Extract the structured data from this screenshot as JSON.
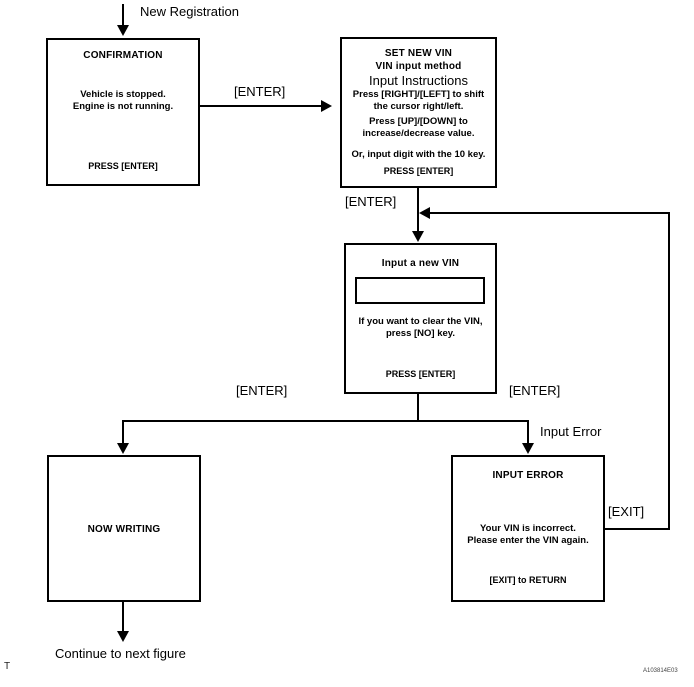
{
  "figure": {
    "entry_label": "New Registration",
    "exit_label": "Continue to next figure",
    "figure_id": "A103814E03",
    "corner_mark": "T"
  },
  "boxes": {
    "confirmation": {
      "title": "CONFIRMATION",
      "line1": "Vehicle is stopped.",
      "line2": "Engine is not running.",
      "footer": "PRESS [ENTER]"
    },
    "set_new_vin": {
      "title": "SET NEW VIN",
      "subtitle": "VIN input method",
      "heading": "Input Instructions",
      "line1": "Press [RIGHT]/[LEFT] to shift",
      "line2": "the cursor right/left.",
      "line3": "Press [UP]/[DOWN]  to",
      "line4": "increase/decrease value.",
      "line5": "Or, input digit with the 10 key.",
      "footer": "PRESS [ENTER]"
    },
    "input_vin": {
      "title": "Input a new VIN",
      "field_value": "",
      "line1": "If you want to clear the VIN,",
      "line2": "press [NO] key.",
      "footer": "PRESS [ENTER]"
    },
    "now_writing": {
      "title": "NOW WRITING"
    },
    "input_error": {
      "title": "INPUT  ERROR",
      "line1": "Your VIN is incorrect.",
      "line2": "Please enter the VIN again.",
      "footer": "[EXIT] to RETURN"
    }
  },
  "edges": {
    "enter_1": "[ENTER]",
    "enter_2": "[ENTER]",
    "enter_left": "[ENTER]",
    "enter_right": "[ENTER]",
    "input_error": "Input Error",
    "exit": "[EXIT]"
  },
  "colors": {
    "stroke": "#000000",
    "background": "#ffffff"
  }
}
